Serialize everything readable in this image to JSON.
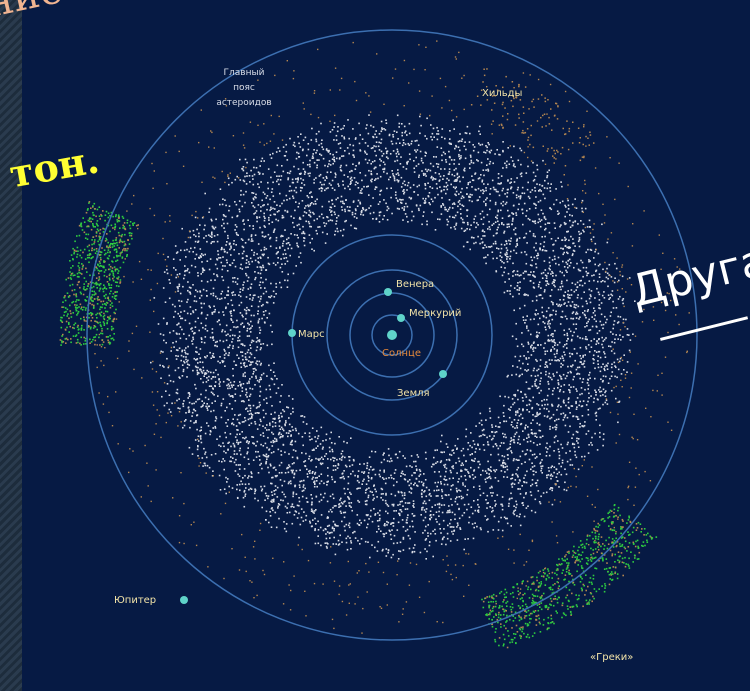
{
  "overlay": {
    "line1": "ние этой пл",
    "line2": "тон.",
    "line3": "Друга"
  },
  "diagram": {
    "belt_label_1": "Главный",
    "belt_label_2": "пояс",
    "belt_label_3": "астероидов",
    "hildas": "Хильды",
    "venus": "Венера",
    "mercury": "Меркурий",
    "mars": "Марс",
    "sun": "Солнце",
    "earth": "Земля",
    "jupiter": "Юпитер",
    "greeks": "«Греки»"
  },
  "colors": {
    "background": "#061a44",
    "orbit": "#3c6fb0",
    "asteroid_white": "#d9dde6",
    "trojan_green": "#2ecc40",
    "hilda_orange": "#b38650",
    "planet": "#5fd3c9",
    "label": "#f2e3a8",
    "sun_label": "#e88a3a"
  }
}
